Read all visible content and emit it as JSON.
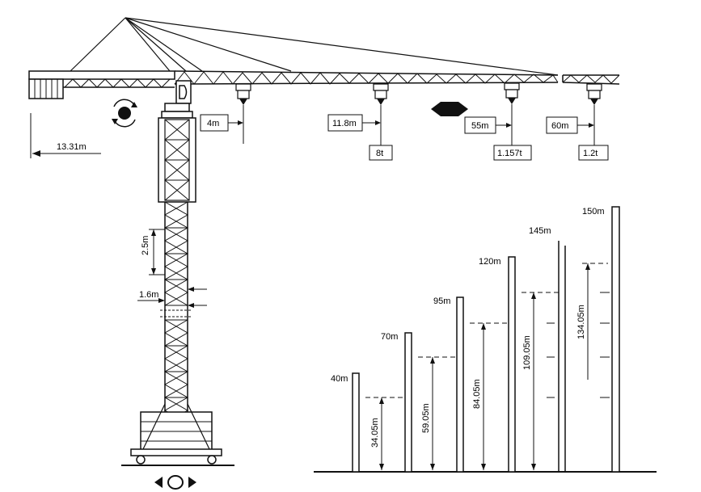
{
  "crane": {
    "counter_jib_length": "13.31m",
    "mast_section_height": "2.5m",
    "mast_width": "1.6m"
  },
  "load_points": [
    {
      "radius": "4m",
      "capacity": ""
    },
    {
      "radius": "11.8m",
      "capacity": "8t"
    },
    {
      "radius": "55m",
      "capacity": "1.157t"
    },
    {
      "radius": "60m",
      "capacity": "1.2t"
    }
  ],
  "heights": {
    "towers": [
      {
        "label": "40m",
        "dimension": "34.05m"
      },
      {
        "label": "70m",
        "dimension": "59.05m"
      },
      {
        "label": "95m",
        "dimension": "84.05m"
      },
      {
        "label": "120m",
        "dimension": "109.05m"
      },
      {
        "label": "145m",
        "dimension": ""
      },
      {
        "label": "150m",
        "dimension": "134.05m"
      }
    ]
  },
  "icons": [
    "slewing-rotation-icon",
    "trolley-travel-icon",
    "travel-direction-icon"
  ]
}
